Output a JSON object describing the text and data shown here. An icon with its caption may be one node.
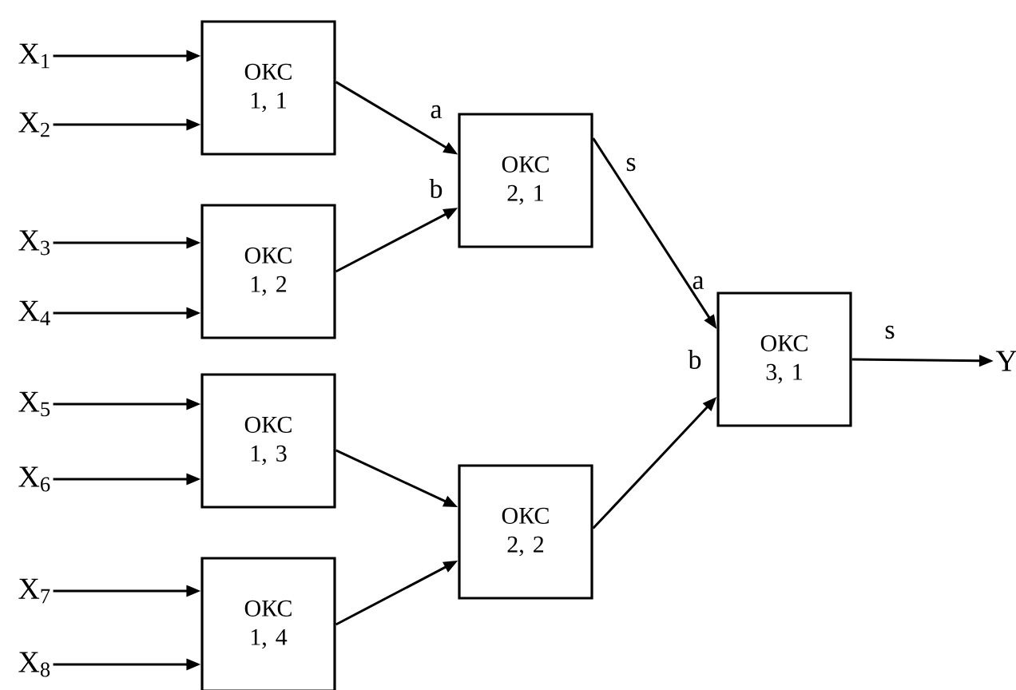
{
  "diagram": {
    "nodes": [
      {
        "text": [
          "X$_{1}$"
        ]
      },
      {
        "text": [
          "X$_{2}$"
        ]
      },
      {
        "text": [
          "X$_{3}$"
        ]
      },
      {
        "text": [
          "X$_{4}$"
        ]
      },
      {
        "text": [
          "X$_{5}$"
        ]
      },
      {
        "text": [
          "X$_{6}$"
        ]
      },
      {
        "text": [
          "X$_{7}$"
        ]
      },
      {
        "text": [
          "X$_{8}$"
        ]
      },
      {
        "text": [
          "ОКС 1, 1"
        ]
      },
      {
        "text": [
          "ОКС 1, 2"
        ]
      },
      {
        "text": [
          "ОКС 1, 3"
        ]
      },
      {
        "text": [
          "ОКС 1, 4"
        ]
      },
      {
        "text": [
          "ОКС 2, 1"
        ]
      },
      {
        "text": [
          "ОКС 2, 2"
        ]
      },
      {
        "text": [
          "ОКС 3, 1"
        ]
      },
      {
        "text": [
          "Y"
        ]
      }
    ],
    "edges": [
      {
        "from": 0,
        "to": 8,
        "arrow": "to"
      },
      {
        "from": 1,
        "to": 8,
        "arrow": "to"
      },
      {
        "from": 2,
        "to": 9,
        "arrow": "to"
      },
      {
        "from": 3,
        "to": 9,
        "arrow": "to"
      },
      {
        "from": 4,
        "to": 10,
        "arrow": "to"
      },
      {
        "from": 5,
        "to": 10,
        "arrow": "to"
      },
      {
        "from": 6,
        "to": 11,
        "arrow": "to"
      },
      {
        "from": 7,
        "to": 11,
        "arrow": "to"
      },
      {
        "from": 8,
        "to": 12,
        "arrow": "to"
      },
      {
        "from": 9,
        "to": 12,
        "arrow": "to"
      },
      {
        "from": 10,
        "to": 13,
        "arrow": "to"
      },
      {
        "from": 11,
        "to": 13,
        "arrow": "to"
      },
      {
        "from": 12,
        "to": 14,
        "arrow": "to"
      },
      {
        "from": 13,
        "to": 14,
        "arrow": "to"
      },
      {
        "from": 14,
        "to": 15,
        "arrow": "to"
      }
    ],
    "labels": [
      "a",
      "s",
      "b",
      "a",
      "s",
      "b"
    ]
  }
}
